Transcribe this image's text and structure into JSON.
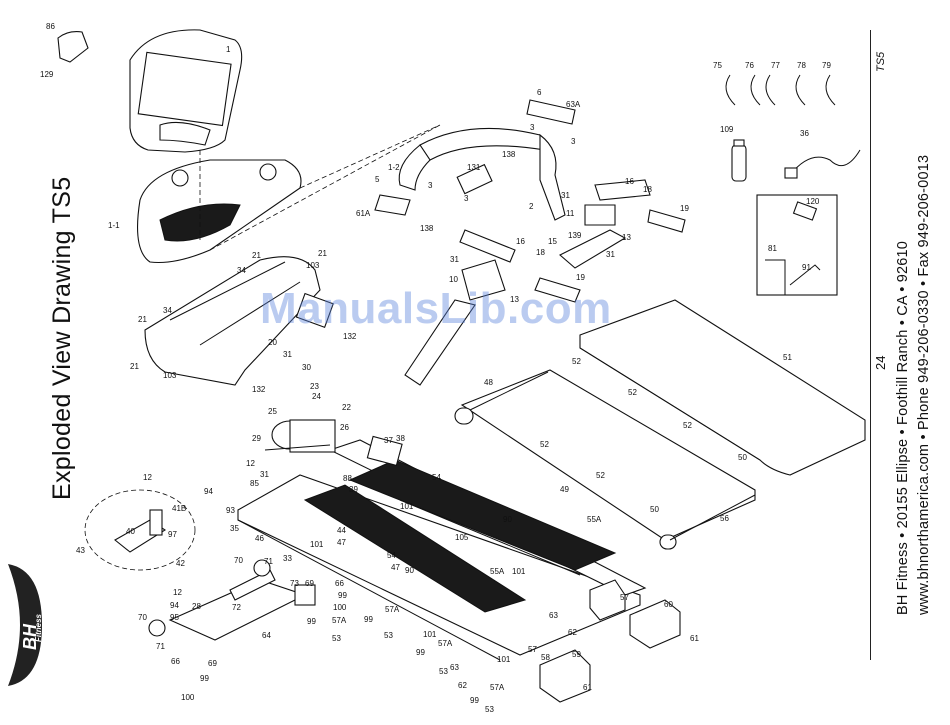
{
  "header": {
    "title": "Exploded View Drawing TS5",
    "model": "TS5"
  },
  "footer": {
    "page_number": "24",
    "address": "BH Fitness  •  20155 Ellipse  •  Foothill Ranch  •  CA  •  92610",
    "contact": "www.bhnorthamerica.com  •  Phone 949-206-0330  •  Fax 949-206-0013"
  },
  "logo": {
    "text": "BH",
    "subtitle": "Fitness"
  },
  "watermark": "ManualsLib.com",
  "part_labels": [
    {
      "id": "86",
      "label": "86"
    },
    {
      "id": "129",
      "label": "129"
    },
    {
      "id": "1",
      "label": "1"
    },
    {
      "id": "1-1",
      "label": "1-1"
    },
    {
      "id": "21a",
      "label": "21"
    },
    {
      "id": "21b",
      "label": "21"
    },
    {
      "id": "34a",
      "label": "34"
    },
    {
      "id": "103a",
      "label": "103"
    },
    {
      "id": "21c",
      "label": "21"
    },
    {
      "id": "34b",
      "label": "34"
    },
    {
      "id": "21d",
      "label": "21"
    },
    {
      "id": "103b",
      "label": "103"
    },
    {
      "id": "20",
      "label": "20"
    },
    {
      "id": "132a",
      "label": "132"
    },
    {
      "id": "132b",
      "label": "132"
    },
    {
      "id": "31a",
      "label": "31"
    },
    {
      "id": "30",
      "label": "30"
    },
    {
      "id": "23",
      "label": "23"
    },
    {
      "id": "24",
      "label": "24"
    },
    {
      "id": "25",
      "label": "25"
    },
    {
      "id": "22",
      "label": "22"
    },
    {
      "id": "29",
      "label": "29"
    },
    {
      "id": "26",
      "label": "26"
    },
    {
      "id": "12a",
      "label": "12"
    },
    {
      "id": "31b",
      "label": "31"
    },
    {
      "id": "85",
      "label": "85"
    },
    {
      "id": "94a",
      "label": "94"
    },
    {
      "id": "93",
      "label": "93"
    },
    {
      "id": "35",
      "label": "35"
    },
    {
      "id": "46",
      "label": "46"
    },
    {
      "id": "12b",
      "label": "12"
    },
    {
      "id": "41B",
      "label": "41B"
    },
    {
      "id": "40",
      "label": "40"
    },
    {
      "id": "97",
      "label": "97"
    },
    {
      "id": "43",
      "label": "43"
    },
    {
      "id": "42",
      "label": "42"
    },
    {
      "id": "70a",
      "label": "70"
    },
    {
      "id": "71a",
      "label": "71"
    },
    {
      "id": "33",
      "label": "33"
    },
    {
      "id": "73",
      "label": "73"
    },
    {
      "id": "72",
      "label": "72"
    },
    {
      "id": "12c",
      "label": "12"
    },
    {
      "id": "94b",
      "label": "94"
    },
    {
      "id": "95",
      "label": "95"
    },
    {
      "id": "28",
      "label": "28"
    },
    {
      "id": "70b",
      "label": "70"
    },
    {
      "id": "71b",
      "label": "71"
    },
    {
      "id": "64",
      "label": "64"
    },
    {
      "id": "66a",
      "label": "66"
    },
    {
      "id": "69a",
      "label": "69"
    },
    {
      "id": "99a",
      "label": "99"
    },
    {
      "id": "100a",
      "label": "100"
    },
    {
      "id": "69b",
      "label": "69"
    },
    {
      "id": "66b",
      "label": "66"
    },
    {
      "id": "99b",
      "label": "99"
    },
    {
      "id": "100b",
      "label": "100"
    },
    {
      "id": "57Aa",
      "label": "57A"
    },
    {
      "id": "99c",
      "label": "99"
    },
    {
      "id": "53a",
      "label": "53"
    },
    {
      "id": "101a",
      "label": "101"
    },
    {
      "id": "37",
      "label": "37"
    },
    {
      "id": "38",
      "label": "38"
    },
    {
      "id": "39",
      "label": "39"
    },
    {
      "id": "88",
      "label": "88"
    },
    {
      "id": "44",
      "label": "44"
    },
    {
      "id": "47a",
      "label": "47"
    },
    {
      "id": "54a",
      "label": "54"
    },
    {
      "id": "47b",
      "label": "47"
    },
    {
      "id": "54b",
      "label": "54"
    },
    {
      "id": "90a",
      "label": "90"
    },
    {
      "id": "55A",
      "label": "55A"
    },
    {
      "id": "105",
      "label": "105"
    },
    {
      "id": "101b",
      "label": "101"
    },
    {
      "id": "90b",
      "label": "90"
    },
    {
      "id": "55Ab",
      "label": "55A"
    },
    {
      "id": "101c",
      "label": "101"
    },
    {
      "id": "57Ab",
      "label": "57A"
    },
    {
      "id": "99d",
      "label": "99"
    },
    {
      "id": "53b",
      "label": "53"
    },
    {
      "id": "101d",
      "label": "101"
    },
    {
      "id": "57Ac",
      "label": "57A"
    },
    {
      "id": "99e",
      "label": "99"
    },
    {
      "id": "53c",
      "label": "53"
    },
    {
      "id": "63a",
      "label": "63"
    },
    {
      "id": "62a",
      "label": "62"
    },
    {
      "id": "57b",
      "label": "57"
    },
    {
      "id": "58",
      "label": "58"
    },
    {
      "id": "59",
      "label": "59"
    },
    {
      "id": "61a",
      "label": "61"
    },
    {
      "id": "63b",
      "label": "63"
    },
    {
      "id": "62b",
      "label": "62"
    },
    {
      "id": "101e",
      "label": "101"
    },
    {
      "id": "57Ad",
      "label": "57A"
    },
    {
      "id": "99f",
      "label": "99"
    },
    {
      "id": "53d",
      "label": "53"
    },
    {
      "id": "60",
      "label": "60"
    },
    {
      "id": "61b",
      "label": "61"
    },
    {
      "id": "57c",
      "label": "57"
    },
    {
      "id": "56",
      "label": "56"
    },
    {
      "id": "50a",
      "label": "50"
    },
    {
      "id": "50b",
      "label": "50"
    },
    {
      "id": "49",
      "label": "49"
    },
    {
      "id": "52a",
      "label": "52"
    },
    {
      "id": "52b",
      "label": "52"
    },
    {
      "id": "52c",
      "label": "52"
    },
    {
      "id": "52d",
      "label": "52"
    },
    {
      "id": "52e",
      "label": "52"
    },
    {
      "id": "48",
      "label": "48"
    },
    {
      "id": "51",
      "label": "51"
    },
    {
      "id": "6",
      "label": "6"
    },
    {
      "id": "63A",
      "label": "63A"
    },
    {
      "id": "3a",
      "label": "3"
    },
    {
      "id": "3b",
      "label": "3"
    },
    {
      "id": "1-2",
      "label": "1-2"
    },
    {
      "id": "131",
      "label": "131"
    },
    {
      "id": "138a",
      "label": "138"
    },
    {
      "id": "3c",
      "label": "3"
    },
    {
      "id": "5",
      "label": "5"
    },
    {
      "id": "3d",
      "label": "3"
    },
    {
      "id": "2",
      "label": "2"
    },
    {
      "id": "61A",
      "label": "61A"
    },
    {
      "id": "138b",
      "label": "138"
    },
    {
      "id": "16a",
      "label": "16"
    },
    {
      "id": "18a",
      "label": "18"
    },
    {
      "id": "19a",
      "label": "19"
    },
    {
      "id": "31c",
      "label": "31"
    },
    {
      "id": "11",
      "label": "11"
    },
    {
      "id": "15",
      "label": "15"
    },
    {
      "id": "139",
      "label": "139"
    },
    {
      "id": "13a",
      "label": "13"
    },
    {
      "id": "31d",
      "label": "31"
    },
    {
      "id": "16b",
      "label": "16"
    },
    {
      "id": "18b",
      "label": "18"
    },
    {
      "id": "19b",
      "label": "19"
    },
    {
      "id": "31e",
      "label": "31"
    },
    {
      "id": "10",
      "label": "10"
    },
    {
      "id": "13b",
      "label": "13"
    },
    {
      "id": "75",
      "label": "75"
    },
    {
      "id": "76",
      "label": "76"
    },
    {
      "id": "77",
      "label": "77"
    },
    {
      "id": "78",
      "label": "78"
    },
    {
      "id": "79",
      "label": "79"
    },
    {
      "id": "109",
      "label": "109"
    },
    {
      "id": "36",
      "label": "36"
    },
    {
      "id": "120",
      "label": "120"
    },
    {
      "id": "81",
      "label": "81"
    },
    {
      "id": "91",
      "label": "91"
    }
  ]
}
